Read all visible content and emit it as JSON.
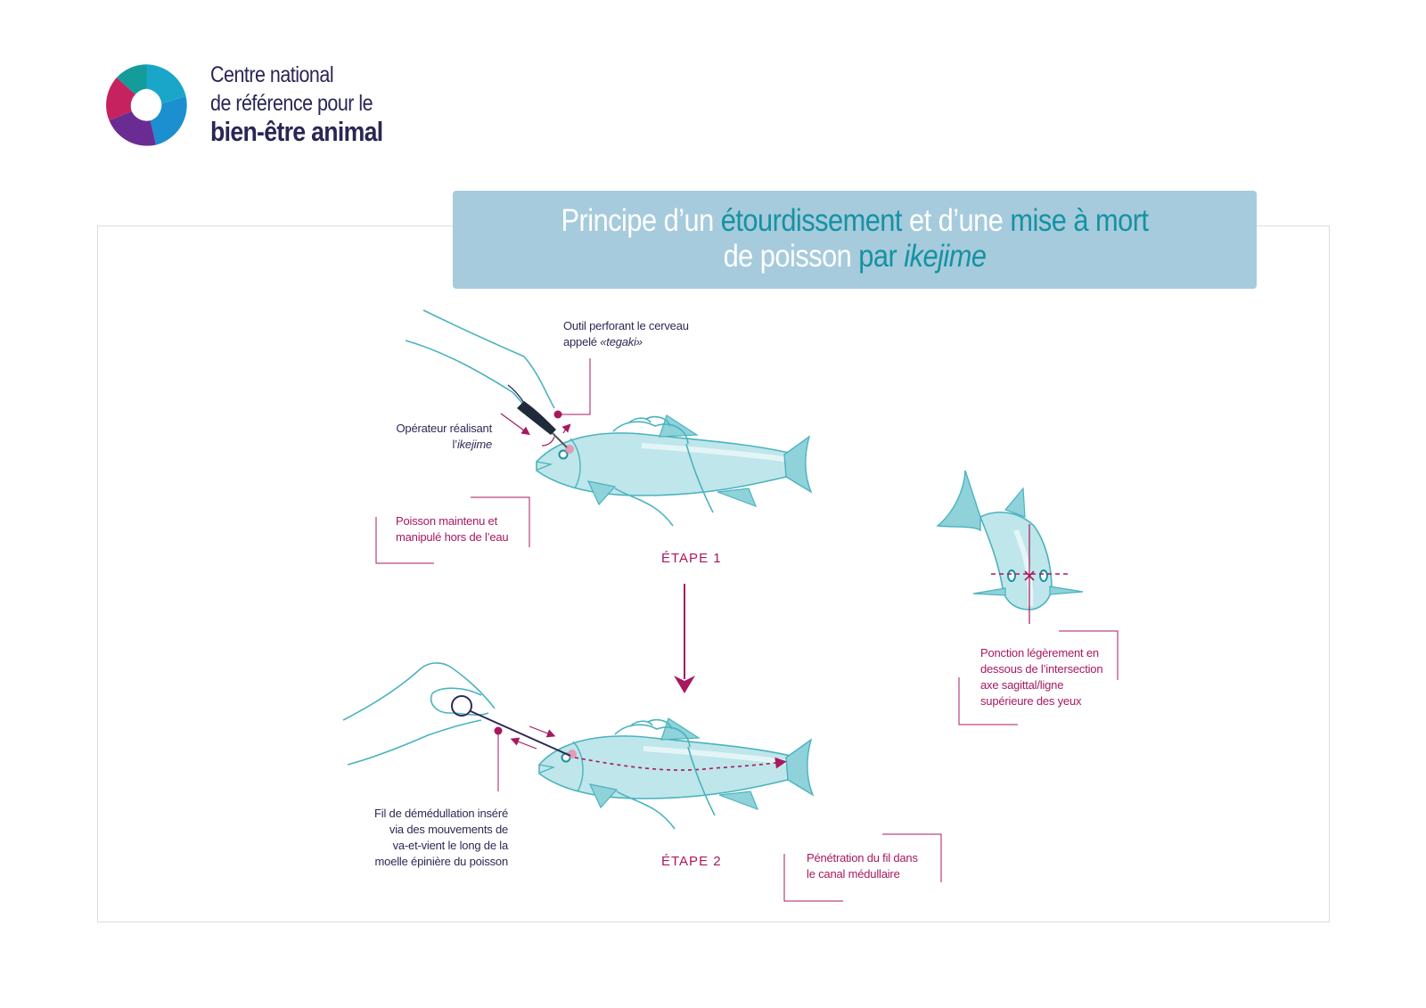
{
  "logo": {
    "line1": "Centre national",
    "line2": "de référence pour le",
    "line3": "bien-être animal"
  },
  "title": {
    "l1_a": "Principe d’un ",
    "l1_b": "étourdissement",
    "l1_c": " et d’une ",
    "l1_d": "mise à mort",
    "l2_a": "de poisson ",
    "l2_b": "par ",
    "l2_c": "ikejime"
  },
  "labels": {
    "tool_1": "Outil perforant le cerveau",
    "tool_2a": "appelé ",
    "tool_2b": "«tegaki»",
    "operator_1": "Opérateur réalisant",
    "operator_2a": "l’",
    "operator_2b": "ikejime",
    "held_1": "Poisson maintenu et",
    "held_2": "manipulé hors de l’eau",
    "puncture_1": "Ponction légèrement en",
    "puncture_2": "dessous de l’intersection",
    "puncture_3": "axe sagittal/ligne",
    "puncture_4": "supérieure des yeux",
    "wire_1": "Fil de démédullation inséré",
    "wire_2": "via des mouvements de",
    "wire_3": "va-et-vient le long de la",
    "wire_4": "moelle épinière du poisson",
    "penetration_1": "Pénétration du fil dans",
    "penetration_2": "le canal médullaire"
  },
  "steps": {
    "step1": "ÉTAPE 1",
    "step2": "ÉTAPE 2"
  },
  "colors": {
    "teal": "#1592a3",
    "fish_fill": "#bfe6ea",
    "fish_stroke": "#4ab3bf",
    "magenta": "#a8185f",
    "navy": "#2a2654",
    "banner": "#a6cbdc"
  }
}
